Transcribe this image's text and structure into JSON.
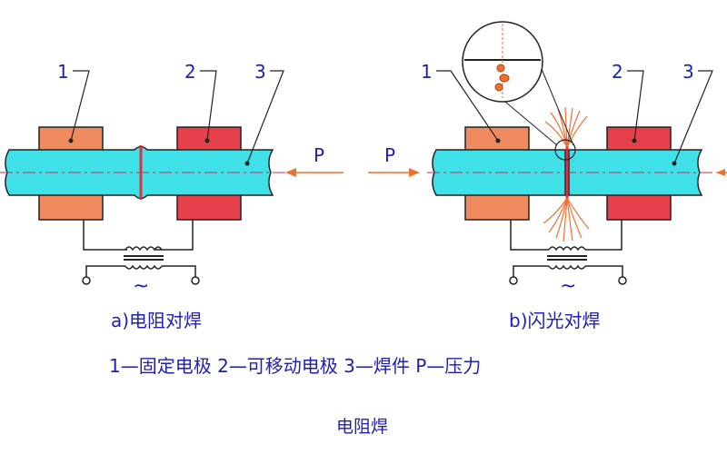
{
  "diagram_a": {
    "label_1": "1",
    "label_2": "2",
    "label_3": "3",
    "force": "P",
    "ac_symbol": "~",
    "caption": "a)电阻对焊"
  },
  "diagram_b": {
    "label_1": "1",
    "label_2": "2",
    "label_3": "3",
    "force": "P",
    "ac_symbol": "~",
    "caption": "b)闪光对焊"
  },
  "legend": "1—固定电极 2—可移动电极 3—焊件 P—压力",
  "title": "电阻焊",
  "colors": {
    "workpiece": "#3fe0e8",
    "fixed_electrode": "#ee8a5e",
    "movable_electrode": "#e8404a",
    "weld_line": "#e03040",
    "sparks": "#f07030",
    "axis": "#c03060",
    "text": "#1f1fb0"
  }
}
